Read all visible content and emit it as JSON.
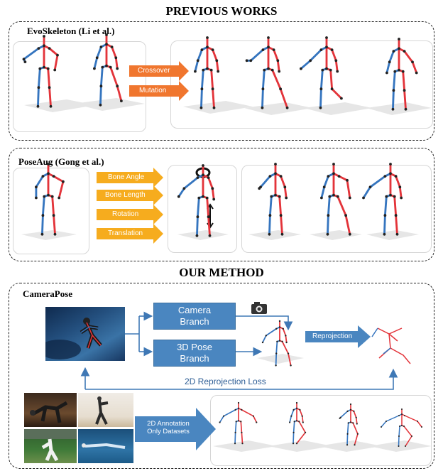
{
  "previous_works": {
    "title": "PREVIOUS WORKS",
    "evoskeleton": {
      "label": "EvoSkeleton (Li et al.)",
      "ops": [
        "Crossover",
        "Mutation"
      ]
    },
    "poseaug": {
      "label": "PoseAug (Gong et al.)",
      "ops": [
        "Bone Angle",
        "Bone Length",
        "Rotation",
        "Translation"
      ]
    }
  },
  "our_method": {
    "title": "OUR METHOD",
    "label": "CameraPose",
    "camera_branch": "Camera\nBranch",
    "pose_branch": "3D Pose\nBranch",
    "reprojection": "Reprojection",
    "loss": "2D Reprojection Loss",
    "datasets": "2D Annotation\nOnly Datasets"
  },
  "colors": {
    "orange": "#f0762e",
    "amber": "#f6ac1e",
    "blue": "#4a86c0",
    "red_limb": "#e3343a",
    "blue_limb": "#3575bf"
  }
}
